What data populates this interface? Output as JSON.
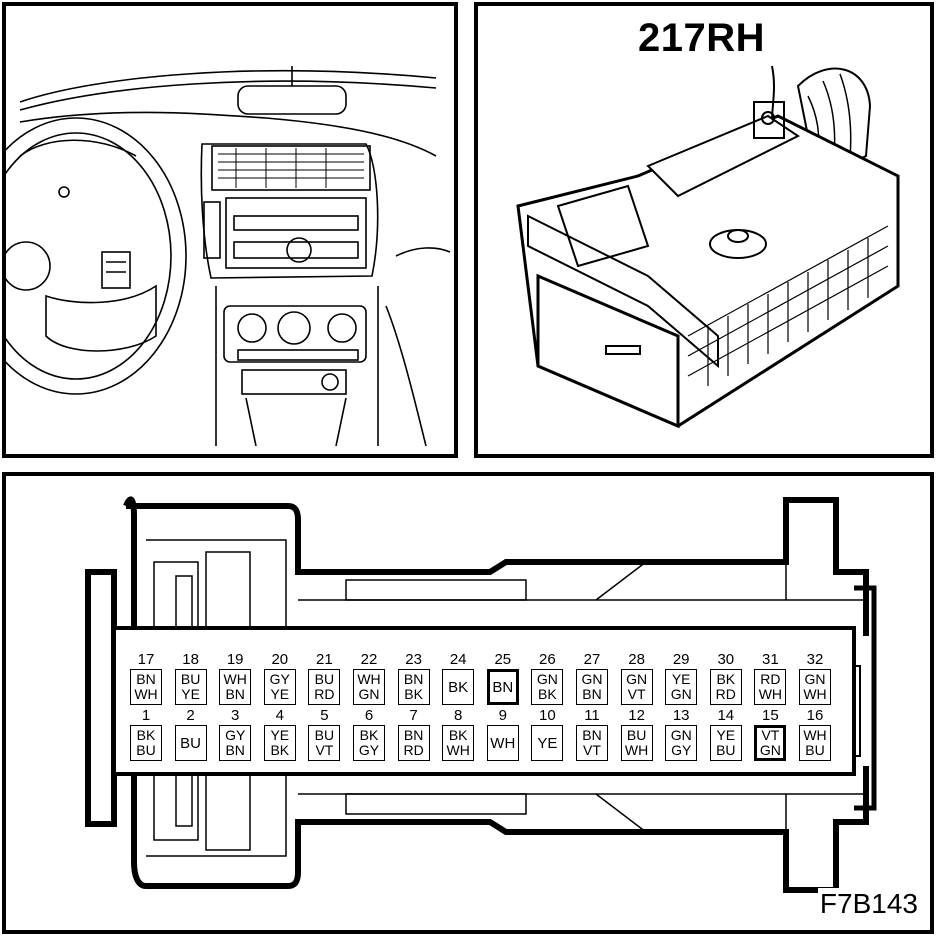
{
  "connector_label": "217RH",
  "figure_code": "F7B143",
  "pins_top": [
    {
      "num": "17",
      "colors": [
        "BN",
        "WH"
      ],
      "highlight": false
    },
    {
      "num": "18",
      "colors": [
        "BU",
        "YE"
      ],
      "highlight": false
    },
    {
      "num": "19",
      "colors": [
        "WH",
        "BN"
      ],
      "highlight": false
    },
    {
      "num": "20",
      "colors": [
        "GY",
        "YE"
      ],
      "highlight": false
    },
    {
      "num": "21",
      "colors": [
        "BU",
        "RD"
      ],
      "highlight": false
    },
    {
      "num": "22",
      "colors": [
        "WH",
        "GN"
      ],
      "highlight": false
    },
    {
      "num": "23",
      "colors": [
        "BN",
        "BK"
      ],
      "highlight": false
    },
    {
      "num": "24",
      "colors": [
        "BK"
      ],
      "highlight": false
    },
    {
      "num": "25",
      "colors": [
        "BN"
      ],
      "highlight": true
    },
    {
      "num": "26",
      "colors": [
        "GN",
        "BK"
      ],
      "highlight": false
    },
    {
      "num": "27",
      "colors": [
        "GN",
        "BN"
      ],
      "highlight": false
    },
    {
      "num": "28",
      "colors": [
        "GN",
        "VT"
      ],
      "highlight": false
    },
    {
      "num": "29",
      "colors": [
        "YE",
        "GN"
      ],
      "highlight": false
    },
    {
      "num": "30",
      "colors": [
        "BK",
        "RD"
      ],
      "highlight": false
    },
    {
      "num": "31",
      "colors": [
        "RD",
        "WH"
      ],
      "highlight": false
    },
    {
      "num": "32",
      "colors": [
        "GN",
        "WH"
      ],
      "highlight": false
    }
  ],
  "pins_bottom": [
    {
      "num": "1",
      "colors": [
        "BK",
        "BU"
      ],
      "highlight": false
    },
    {
      "num": "2",
      "colors": [
        "BU"
      ],
      "highlight": false
    },
    {
      "num": "3",
      "colors": [
        "GY",
        "BN"
      ],
      "highlight": false
    },
    {
      "num": "4",
      "colors": [
        "YE",
        "BK"
      ],
      "highlight": false
    },
    {
      "num": "5",
      "colors": [
        "BU",
        "VT"
      ],
      "highlight": false
    },
    {
      "num": "6",
      "colors": [
        "BK",
        "GY"
      ],
      "highlight": false
    },
    {
      "num": "7",
      "colors": [
        "BN",
        "RD"
      ],
      "highlight": false
    },
    {
      "num": "8",
      "colors": [
        "BK",
        "WH"
      ],
      "highlight": false
    },
    {
      "num": "9",
      "colors": [
        "WH"
      ],
      "highlight": false
    },
    {
      "num": "10",
      "colors": [
        "YE"
      ],
      "highlight": false
    },
    {
      "num": "11",
      "colors": [
        "BN",
        "VT"
      ],
      "highlight": false
    },
    {
      "num": "12",
      "colors": [
        "BU",
        "WH"
      ],
      "highlight": false
    },
    {
      "num": "13",
      "colors": [
        "GN",
        "GY"
      ],
      "highlight": false
    },
    {
      "num": "14",
      "colors": [
        "YE",
        "BU"
      ],
      "highlight": false
    },
    {
      "num": "15",
      "colors": [
        "VT",
        "GN"
      ],
      "highlight": true
    },
    {
      "num": "16",
      "colors": [
        "WH",
        "BU"
      ],
      "highlight": false
    }
  ]
}
